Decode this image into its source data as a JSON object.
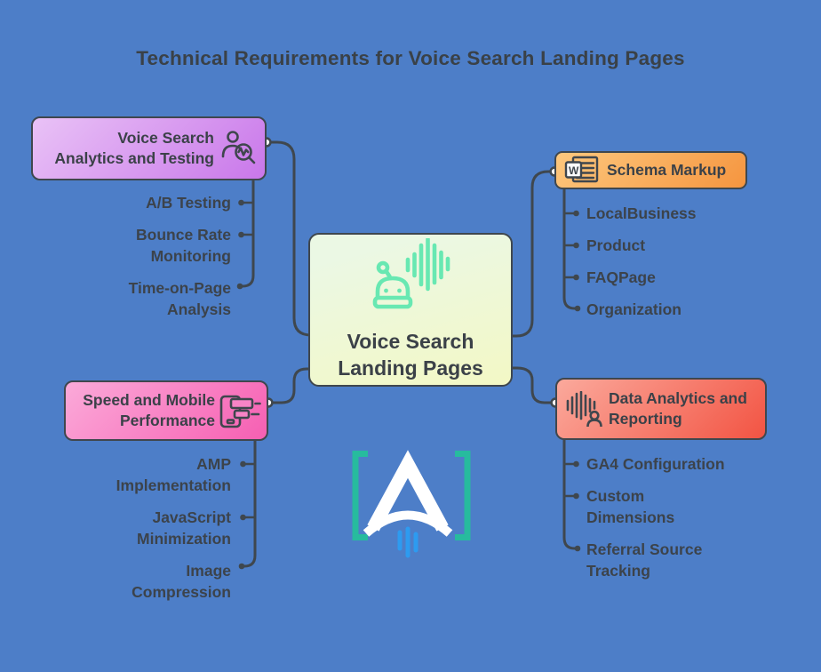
{
  "title": "Technical Requirements for Voice Search Landing Pages",
  "center_node": {
    "label": "Voice Search\nLanding Pages",
    "icon": "voice-assistant-waveform-icon"
  },
  "branches": {
    "analytics": {
      "label": "Voice Search\nAnalytics and Testing",
      "icon": "person-magnifier-analytics-icon",
      "items": [
        "A/B Testing",
        "Bounce Rate\nMonitoring",
        "Time-on-Page\nAnalysis"
      ]
    },
    "schema": {
      "label": "Schema Markup",
      "icon": "word-document-icon",
      "items": [
        "LocalBusiness",
        "Product",
        "FAQPage",
        "Organization"
      ]
    },
    "speed": {
      "label": "Speed and Mobile\nPerformance",
      "icon": "smartphone-speed-icon",
      "items": [
        "AMP\nImplementation",
        "JavaScript\nMinimization",
        "Image\nCompression"
      ]
    },
    "data": {
      "label": "Data Analytics and\nReporting",
      "icon": "audio-waveform-person-icon",
      "items": [
        "GA4 Configuration",
        "Custom\nDimensions",
        "Referral Source\nTracking"
      ]
    }
  },
  "logo": {
    "icon": "bracketed-a-rocket-logo",
    "letter": "A"
  },
  "colors": {
    "background": "#4d7ec8",
    "line": "#3f474e",
    "text_dark": "#3b4148",
    "node_purple_start": "#e9c2f6",
    "node_purple_end": "#c977ea",
    "node_orange_start": "#fdc87e",
    "node_orange_end": "#f5953f",
    "node_pink_start": "#fbaad9",
    "node_pink_end": "#f65fb2",
    "node_red_start": "#fba99c",
    "node_red_end": "#f25443",
    "node_center_start": "#ebf8e4",
    "node_center_end": "#f3f8c5",
    "center_icon": "#68e8b2",
    "logo_bracket": "#27bb9e",
    "logo_exhaust": "#2d9bf0"
  }
}
